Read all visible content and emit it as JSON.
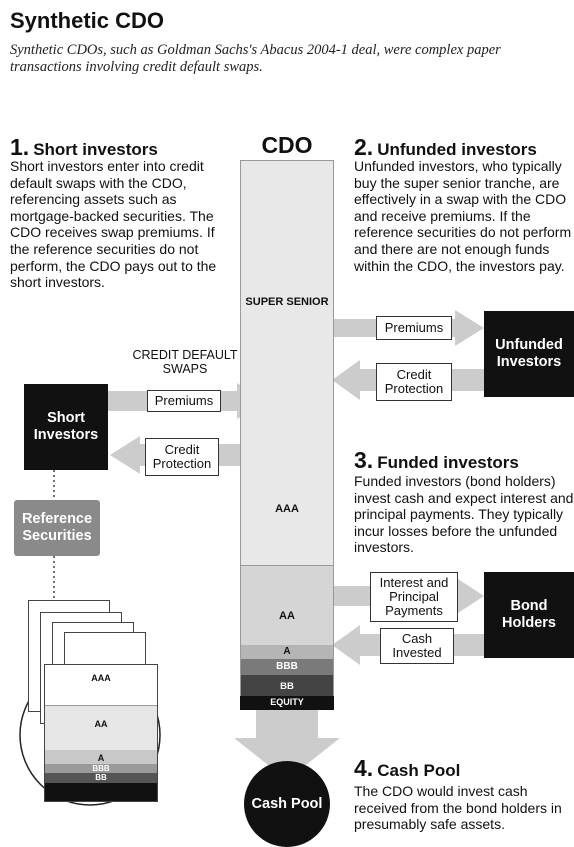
{
  "header": {
    "title": "Synthetic CDO",
    "subtitle": "Synthetic CDOs, such as Goldman Sachs's Abacus 2004-1 deal, were complex paper transactions involving credit default swaps."
  },
  "cdo": {
    "label": "CDO",
    "tranches": [
      "SUPER SENIOR",
      "AAA",
      "AA",
      "A",
      "BBB",
      "BB",
      "EQUITY"
    ]
  },
  "sections": [
    {
      "num": "1.",
      "title": "Short investors",
      "text": "Short investors enter into credit default swaps with the CDO, referencing assets such as mortgage-backed securities. The CDO receives swap premiums. If the reference securities do not perform, the CDO pays out to the short investors."
    },
    {
      "num": "2.",
      "title": "Unfunded investors",
      "text": "Unfunded investors, who typically buy the super senior tranche, are effectively in a swap with the CDO and receive premiums. If the reference securities do not perform and there are not enough funds within the CDO, the investors pay."
    },
    {
      "num": "3.",
      "title": "Funded investors",
      "text": "Funded investors (bond holders) invest cash and expect interest and principal payments. They typically incur losses before the unfunded investors."
    },
    {
      "num": "4.",
      "title": "Cash Pool",
      "text": "The CDO would invest cash received from the bond holders in presumably safe assets."
    }
  ],
  "boxes": {
    "short_investors": "Short Investors",
    "reference_securities": "Reference Securities",
    "unfunded_investors": "Unfunded Investors",
    "bond_holders": "Bond Holders",
    "cash_pool": "Cash Pool"
  },
  "flows": {
    "credit_default_swaps": "CREDIT DEFAULT SWAPS",
    "premiums_left": "Premiums",
    "credit_protection_left": "Credit Protection",
    "premiums_right": "Premiums",
    "credit_protection_right": "Credit Protection",
    "interest_payments": "Interest and Principal Payments",
    "cash_invested": "Cash Invested"
  },
  "stack_tranches": [
    "AAA",
    "AA",
    "A",
    "BBB",
    "BB"
  ],
  "colors": {
    "black": "#111111",
    "grey_box": "#8a8a8a",
    "arrow": "#cccccc",
    "tranche_light": "#e8e8e8",
    "tranche_mid": "#d5d5d5"
  }
}
